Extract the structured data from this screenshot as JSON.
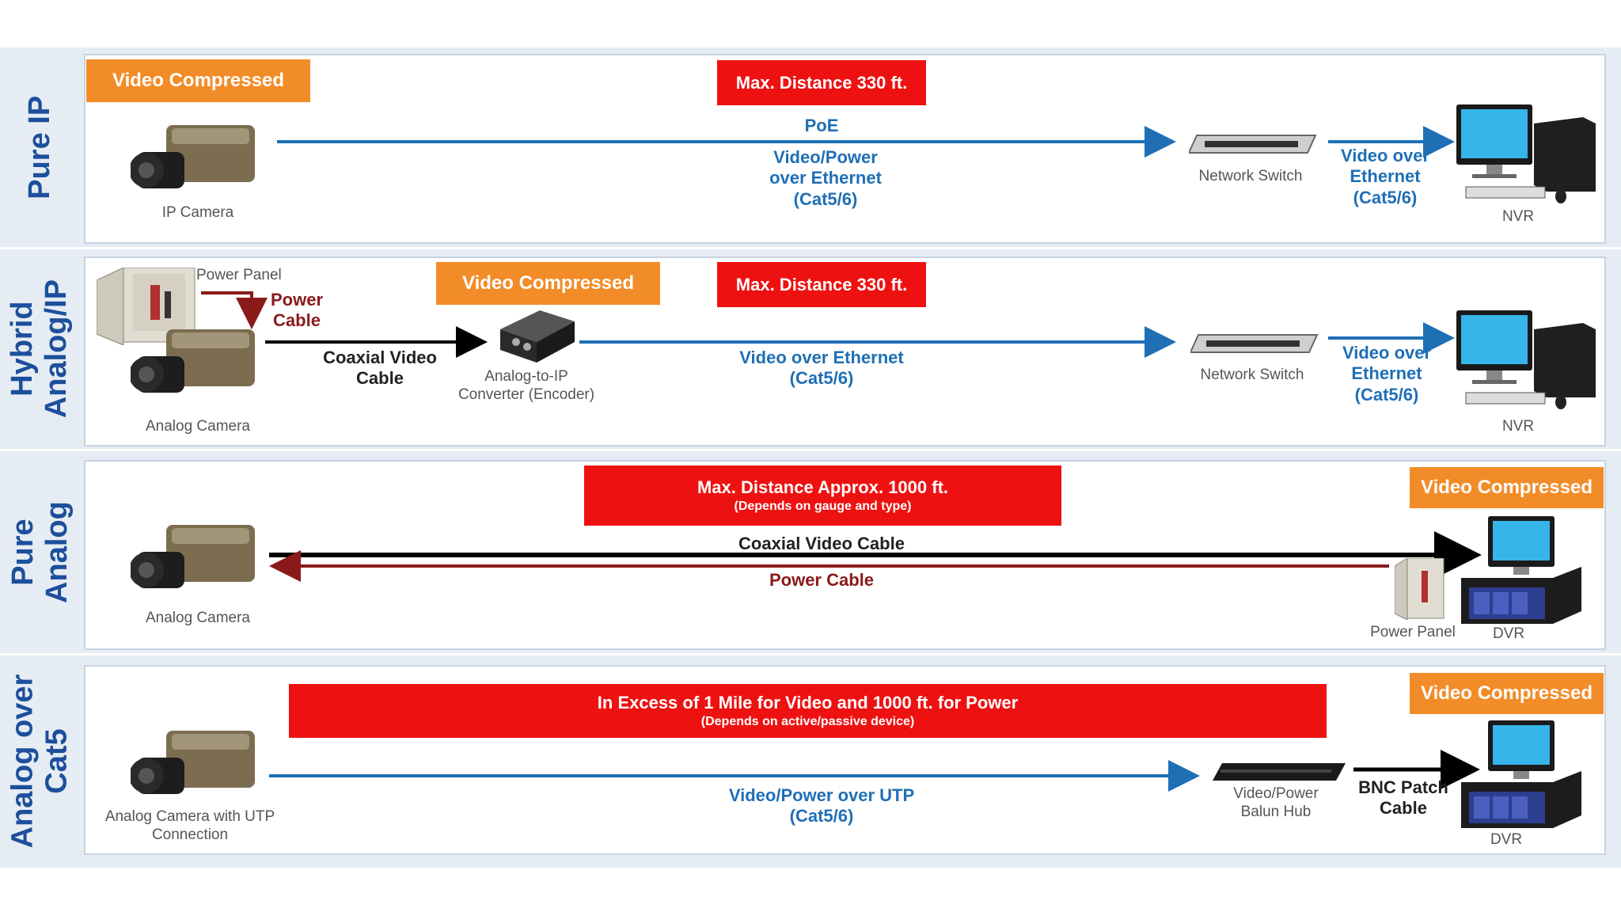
{
  "rows": [
    {
      "side_label": "Pure IP",
      "compressed_tag": "Video Compressed",
      "distance_tag": "Max. Distance 330 ft.",
      "poe_label": "PoE",
      "cable_label": "Video/Power\nover Ethernet\n(Cat5/6)",
      "camera_label": "IP Camera",
      "switch_label": "Network Switch",
      "uplink_label": "Video over\nEthernet\n(Cat5/6)",
      "recorder_label": "NVR"
    },
    {
      "side_label": "Hybrid\nAnalog/IP",
      "power_panel_label": "Power Panel",
      "power_cable_label": "Power\nCable",
      "camera_label": "Analog Camera",
      "coax_label": "Coaxial Video\nCable",
      "compressed_tag": "Video Compressed",
      "encoder_label": "Analog-to-IP\nConverter (Encoder)",
      "distance_tag": "Max. Distance 330 ft.",
      "cable_label": "Video over Ethernet\n(Cat5/6)",
      "switch_label": "Network Switch",
      "uplink_label": "Video over\nEthernet\n(Cat5/6)",
      "recorder_label": "NVR"
    },
    {
      "side_label": "Pure\nAnalog",
      "distance_tag": "Max. Distance Approx. 1000 ft.",
      "distance_note": "(Depends on gauge and type)",
      "compressed_tag": "Video Compressed",
      "coax_label": "Coaxial Video Cable",
      "power_cable_label": "Power Cable",
      "camera_label": "Analog Camera",
      "power_panel_label": "Power Panel",
      "recorder_label": "DVR"
    },
    {
      "side_label": "Analog over\nCat5",
      "distance_tag": "In Excess of 1 Mile for Video and 1000 ft. for Power",
      "distance_note": "(Depends on active/passive device)",
      "compressed_tag": "Video Compressed",
      "camera_label": "Analog Camera with UTP\nConnection",
      "cable_label": "Video/Power over UTP\n(Cat5/6)",
      "hub_label": "Video/Power\nBalun Hub",
      "patch_label": "BNC Patch\nCable",
      "recorder_label": "DVR"
    }
  ],
  "colors": {
    "ethernet_line": "#1f6fb5",
    "coax_line": "#000000",
    "power_line": "#8a1a1a",
    "orange_tag": "#f28c28",
    "red_tag": "#ee1111",
    "side_text": "#1c4f9c"
  },
  "icons": [
    "camera-icon",
    "network-switch-icon",
    "nvr-computer-icon",
    "power-panel-icon",
    "encoder-icon",
    "dvr-icon",
    "balun-hub-icon"
  ]
}
